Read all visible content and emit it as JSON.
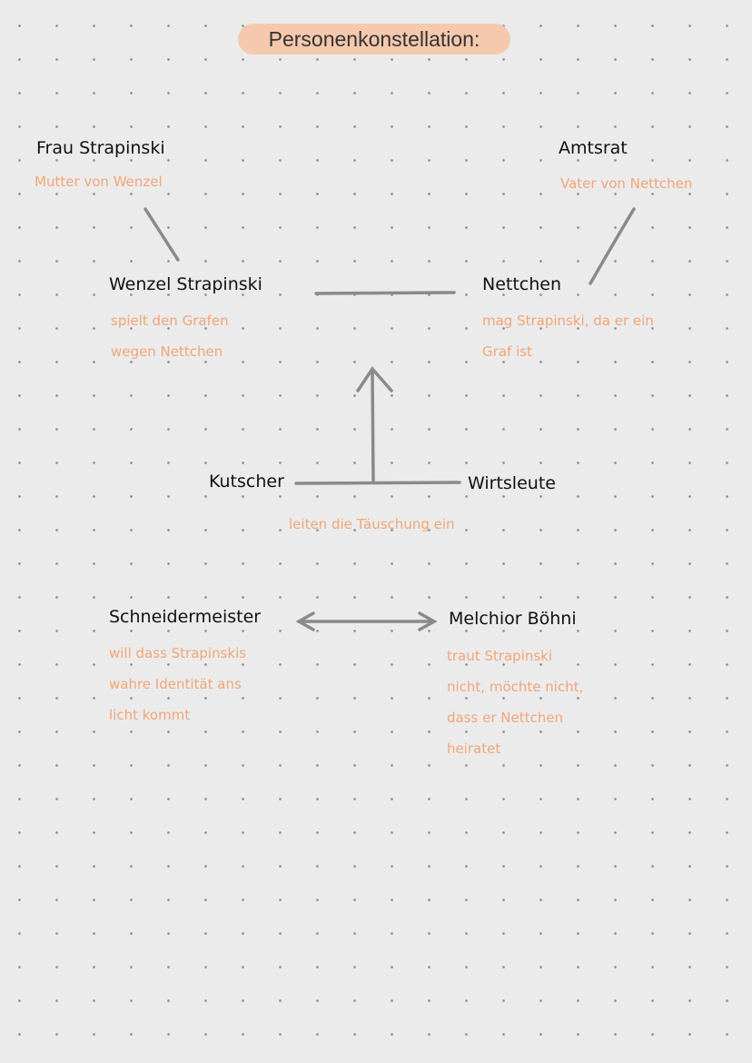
{
  "title": "Personenkonstellation:",
  "colors": {
    "name": "#111111",
    "description": "#f2a577",
    "line": "#8a8a8a",
    "title_bg": "#f5c9ad"
  },
  "nodes": {
    "frau_strapinski": {
      "name": "Frau Strapinski",
      "description": "Mutter von Wenzel"
    },
    "amtsrat": {
      "name": "Amtsrat",
      "description": "Vater von Nettchen"
    },
    "wenzel": {
      "name": "Wenzel Strapinski",
      "description": "spielt den Grafen\nwegen Nettchen"
    },
    "nettchen": {
      "name": "Nettchen",
      "description": "mag Strapinski, da er ein\nGraf ist"
    },
    "kutscher": {
      "name": "Kutscher"
    },
    "wirtsleute": {
      "name": "Wirtsleute"
    },
    "kutscher_wirtsleute_note": "leiten die Täuschung ein",
    "schneidermeister": {
      "name": "Schneidermeister",
      "description": "will dass Strapinskis\nwahre Identität ans\nlicht kommt"
    },
    "melchior": {
      "name": "Melchior Böhni",
      "description": "traut Strapinski\nnicht, möchte nicht,\ndass er Nettchen\nheiratet"
    }
  }
}
